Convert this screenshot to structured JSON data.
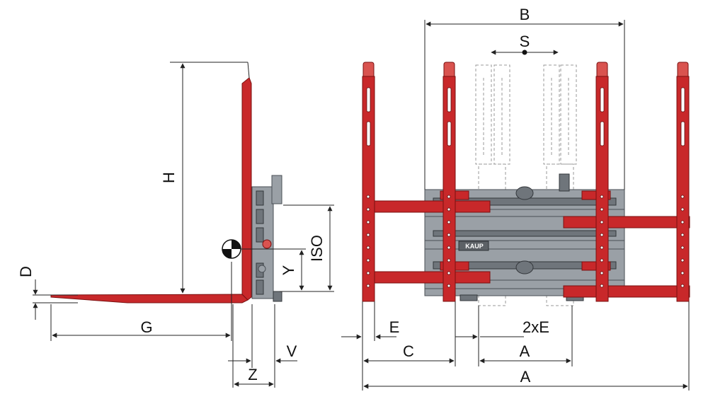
{
  "labels": {
    "H": "H",
    "D": "D",
    "G": "G",
    "V": "V",
    "Z": "Z",
    "Y": "Y",
    "ISO": "ISO",
    "B": "B",
    "S": "S",
    "E": "E",
    "two_x_E": "2xE",
    "C": "C",
    "A_inner": "A",
    "A_outer": "A"
  },
  "brand_plate": "KAUP",
  "colors": {
    "fork_red": "#c8282a",
    "carriage_grey": "#9aa0a6",
    "dim_line": "#222222",
    "ghost_line": "#9a9a9a"
  }
}
